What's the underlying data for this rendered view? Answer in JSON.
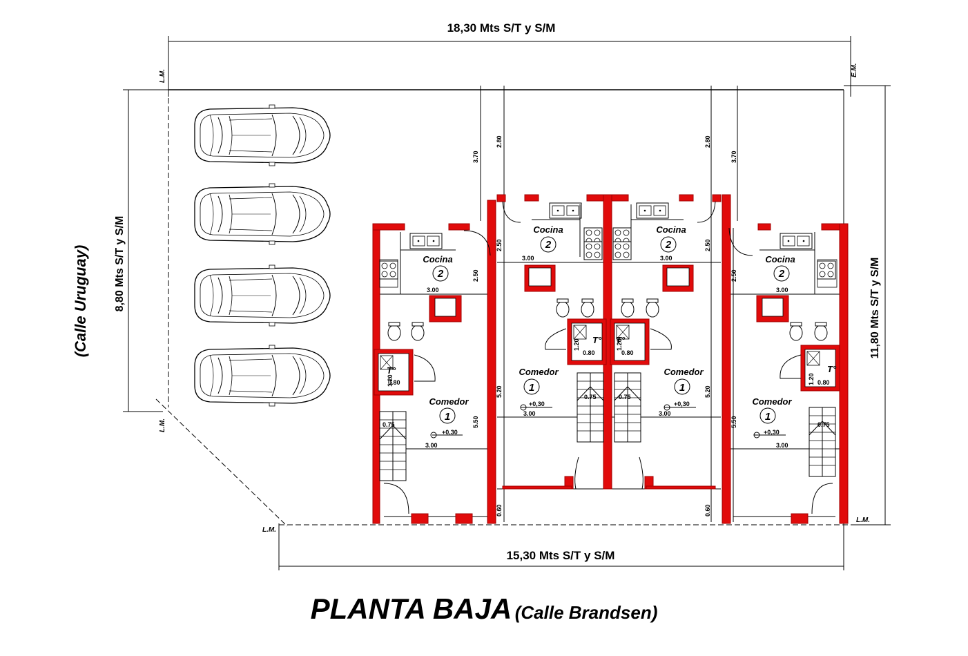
{
  "dimensions": {
    "top_width": "18,30 Mts  S/T y S/M",
    "bottom_width": "15,30 Mts  S/T y S/M",
    "left_depth": "8,80 Mts  S/T y S/M",
    "right_depth": "11,80 Mts  S/T y S/M"
  },
  "street_left": "(Calle Uruguay)",
  "line_markers": {
    "lm": "L.M.",
    "em": "E.M."
  },
  "title": {
    "main": "PLANTA BAJA",
    "sub": "(Calle Brandsen)"
  },
  "rooms": {
    "kitchen": "Cocina",
    "kitchen_num": "2",
    "dining": "Comedor",
    "dining_num": "1",
    "bath": "T°",
    "level": "+0,30"
  },
  "measurements": {
    "m370": "3.70",
    "m280": "2.80",
    "m250": "2.50",
    "m520": "5.20",
    "m550": "5.50",
    "m300": "3.00",
    "m075": "0.75",
    "m080": "0.80",
    "m120": "1.20",
    "m060": "0.60"
  },
  "colors": {
    "walls": "#e10b0b",
    "lines": "#000000"
  }
}
